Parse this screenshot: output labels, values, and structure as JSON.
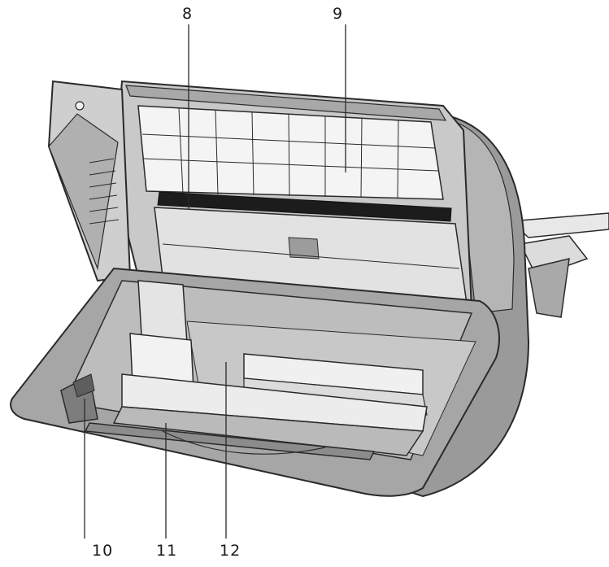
{
  "callouts": [
    {
      "id": "8",
      "label": "8"
    },
    {
      "id": "9",
      "label": "9"
    },
    {
      "id": "10",
      "label": "10"
    },
    {
      "id": "11",
      "label": "11"
    },
    {
      "id": "12",
      "label": "12"
    }
  ],
  "colors": {
    "outline": "#2a2a2a",
    "body_dark": "#8a8a8a",
    "body_mid": "#b8b8b8",
    "body_light": "#d6d6d6",
    "panel_white": "#f4f4f4",
    "roller": "#1c1c1c"
  }
}
